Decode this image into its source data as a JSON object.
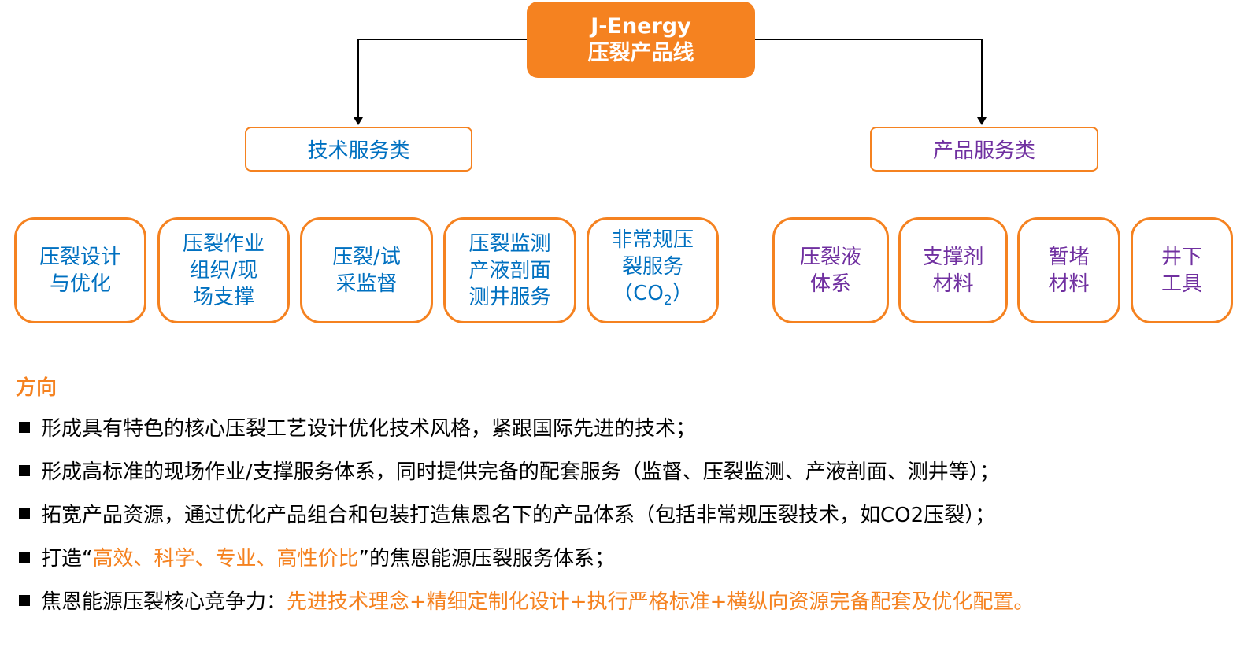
{
  "root": {
    "line1": "J-Energy",
    "line2": "压裂产品线"
  },
  "categories": [
    {
      "label": "技术服务类"
    },
    {
      "label": "产品服务类"
    }
  ],
  "tech_items": [
    {
      "lines": [
        "压裂设计",
        "与优化"
      ]
    },
    {
      "lines": [
        "压裂作业",
        "组织/现",
        "场支撑"
      ]
    },
    {
      "lines": [
        "压裂/试",
        "采监督"
      ]
    },
    {
      "lines": [
        "压裂监测",
        "产液剖面",
        "测井服务"
      ]
    },
    {
      "lines": [
        "非常规压",
        "裂服务"
      ],
      "co2_prefix": "（CO",
      "co2_sub": "2",
      "co2_suffix": "）"
    }
  ],
  "product_items": [
    {
      "lines": [
        "压裂液",
        "体系"
      ]
    },
    {
      "lines": [
        "支撑剂",
        "材料"
      ]
    },
    {
      "lines": [
        "暂堵",
        "材料"
      ]
    },
    {
      "lines": [
        "井下",
        "工具"
      ]
    }
  ],
  "direction": {
    "heading": "方向",
    "bullets": [
      {
        "text": "形成具有特色的核心压裂工艺设计优化技术风格，紧跟国际先进的技术；"
      },
      {
        "text": "形成高标准的现场作业/支撑服务体系，同时提供完备的配套服务（监督、压裂监测、产液剖面、测井等）；"
      },
      {
        "text": "拓宽产品资源，通过优化产品组合和包装打造焦恩名下的产品体系（包括非常规压裂技术，如CO2压裂）；"
      },
      {
        "pre": "打造“",
        "highlight": "高效、科学、专业、高性价比",
        "post": "”的焦恩能源压裂服务体系；"
      },
      {
        "pre": "焦恩能源压裂核心竞争力：",
        "highlight": "先进技术理念+精细定制化设计+执行严格标准+横纵向资源完备配套及优化配置。"
      }
    ]
  },
  "colors": {
    "orange": "#f58220",
    "blue": "#0070c0",
    "purple": "#7030a0"
  }
}
